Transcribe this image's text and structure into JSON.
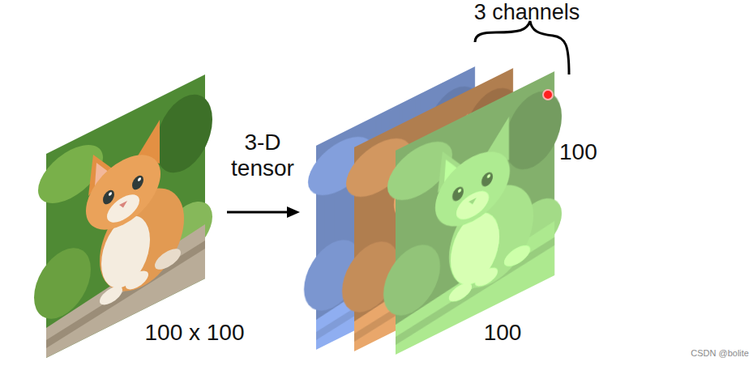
{
  "diagram": {
    "labels": [
      "3 channels",
      "3-D tensor",
      "100",
      "100 x 100",
      "100",
      "CSDN @bolite"
    ]
  }
}
